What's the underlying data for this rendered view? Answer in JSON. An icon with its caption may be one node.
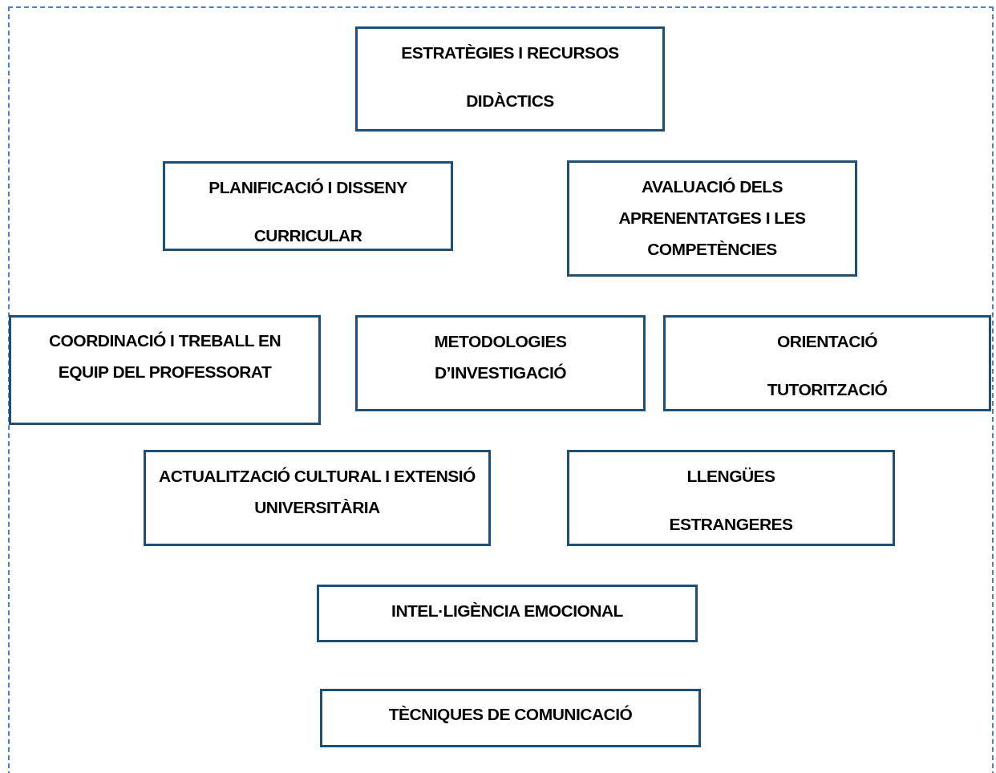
{
  "diagram": {
    "nodes": [
      {
        "text": [
          "ESTRATÈGIES I RECURSOS DIDÀCTICS"
        ]
      },
      {
        "text": [
          "PLANIFICACIÓ I DISSENY CURRICULAR"
        ]
      },
      {
        "text": [
          "AVALUACIÓ DELS APRENENTATGES I LES COMPETÈNCIES"
        ]
      },
      {
        "text": [
          "COORDINACIÓ I TREBALL EN EQUIP DEL PROFESSORAT"
        ]
      },
      {
        "text": [
          "METODOLOGIES D’INVESTIGACIÓ"
        ]
      },
      {
        "text": [
          "ORIENTACIÓ TUTORITZACIÓ"
        ]
      },
      {
        "text": [
          "ACTUALITZACIÓ CULTURAL I EXTENSIÓ UNIVERSITÀRIA"
        ]
      },
      {
        "text": [
          "LLENGÜES ESTRANGERES"
        ]
      },
      {
        "text": [
          "INTEL·LIGÈNCIA EMOCIONAL"
        ]
      },
      {
        "text": [
          "TÈCNIQUES DE COMUNICACIÓ"
        ]
      }
    ]
  }
}
